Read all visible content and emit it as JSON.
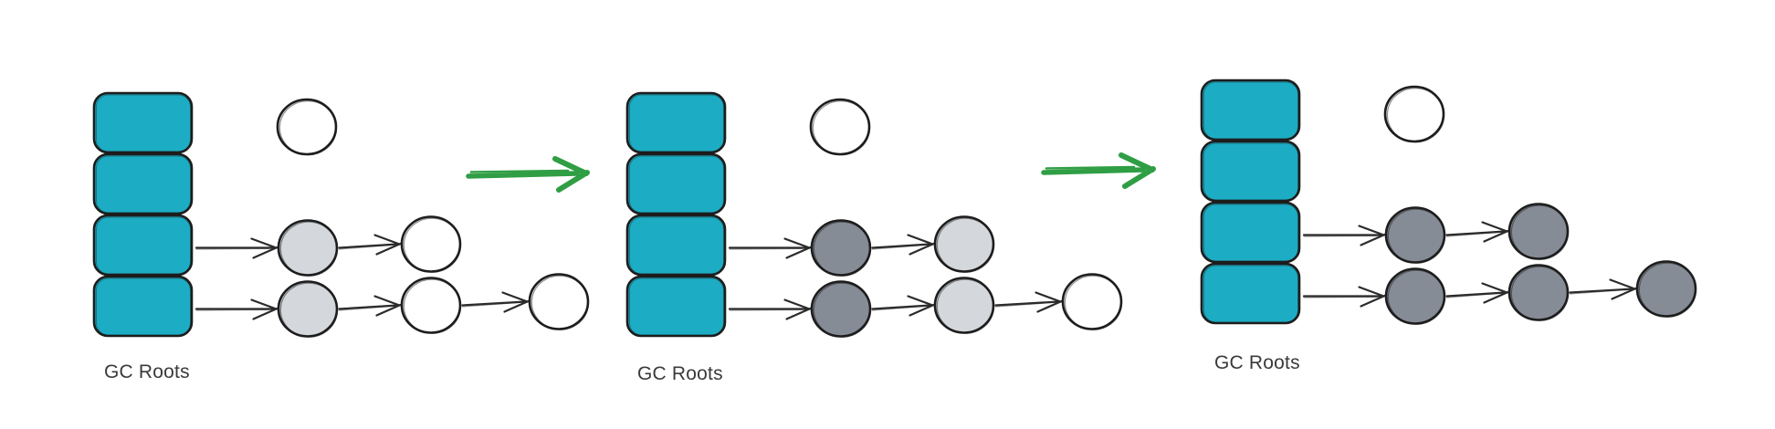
{
  "diagram": {
    "type": "gc-mark-phase-stages",
    "background": "#ffffff",
    "colors": {
      "gc_root": "#1CADC4",
      "outline": "#1d1d1d",
      "reference_arrow": "#2b2b2b",
      "transition_arrow": "#2F9E44",
      "label_text": "#3a3a3a"
    },
    "node_state_colors": {
      "unmarked": "#ffffff",
      "visiting": "#D4D8DC",
      "marked": "#868C96"
    },
    "panels": [
      {
        "label": "GC Roots",
        "gc_root_count": 4,
        "floating_node": "unmarked",
        "chains": [
          {
            "from_root_index": 2,
            "nodes": [
              "visiting",
              "unmarked"
            ]
          },
          {
            "from_root_index": 3,
            "nodes": [
              "visiting",
              "unmarked",
              "unmarked"
            ]
          }
        ]
      },
      {
        "label": "GC Roots",
        "gc_root_count": 4,
        "floating_node": "unmarked",
        "chains": [
          {
            "from_root_index": 2,
            "nodes": [
              "marked",
              "visiting"
            ]
          },
          {
            "from_root_index": 3,
            "nodes": [
              "marked",
              "visiting",
              "unmarked"
            ]
          }
        ]
      },
      {
        "label": "GC Roots",
        "gc_root_count": 4,
        "floating_node": "unmarked",
        "chains": [
          {
            "from_root_index": 2,
            "nodes": [
              "marked",
              "marked"
            ]
          },
          {
            "from_root_index": 3,
            "nodes": [
              "marked",
              "marked",
              "marked"
            ]
          }
        ]
      }
    ],
    "transition_arrow_count": 2
  }
}
